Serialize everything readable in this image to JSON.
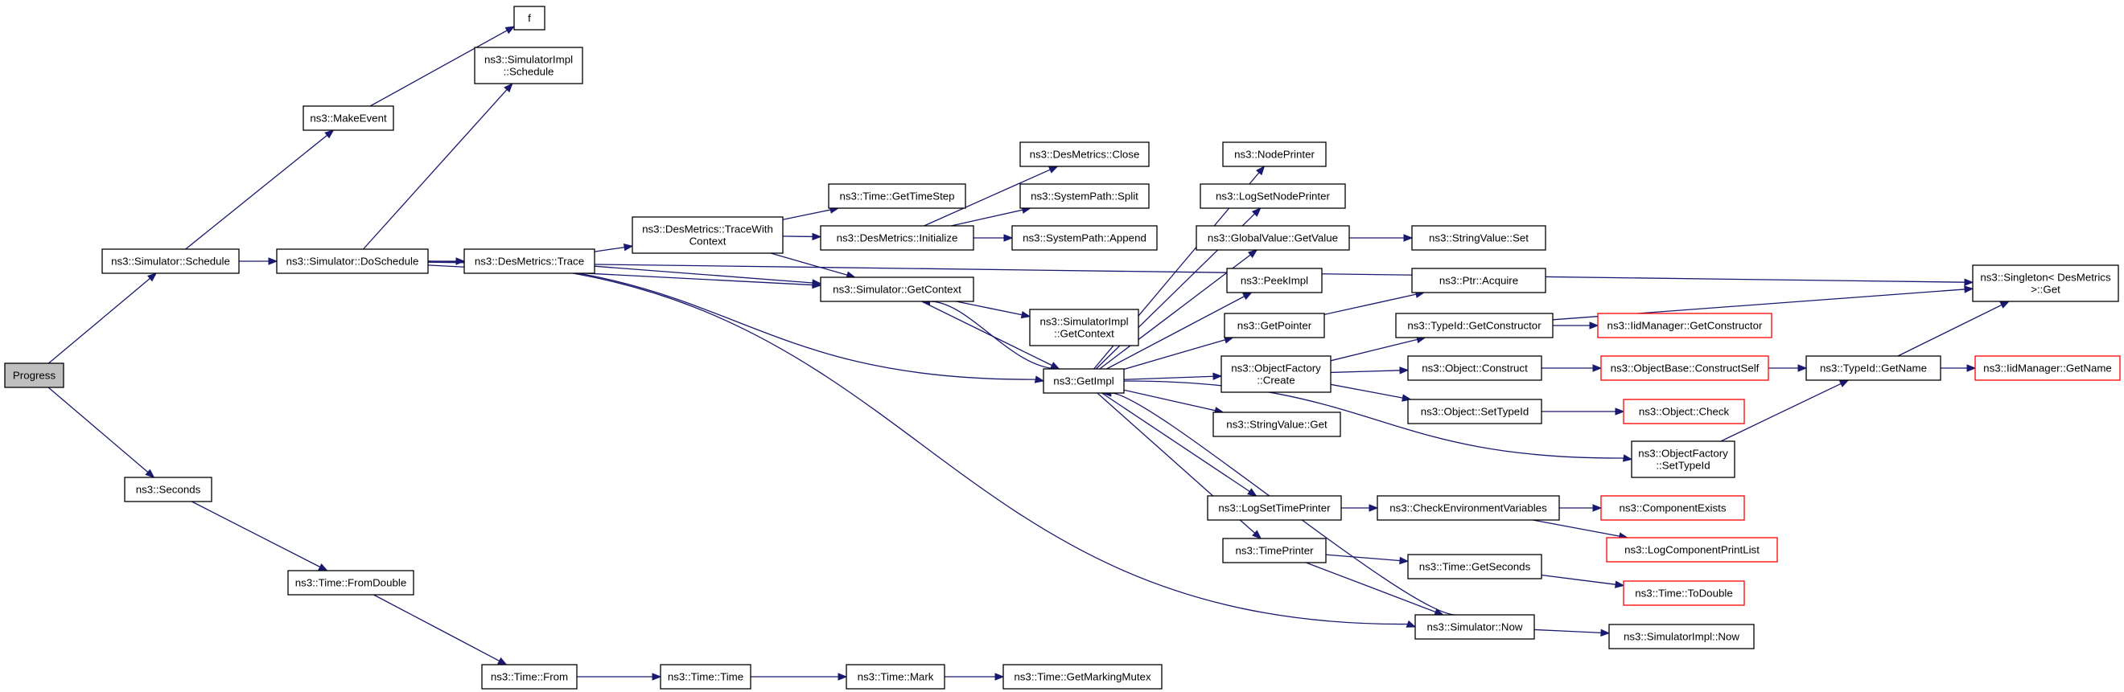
{
  "graph_title": "",
  "colors": {
    "edge": "#191970",
    "node_border": "#000000",
    "truncated_border": "#ff0000",
    "focus_fill": "#bfbfbf"
  },
  "nodes": [
    {
      "id": "progress",
      "label": [
        "Progress"
      ],
      "style": "focus"
    },
    {
      "id": "sim_schedule",
      "label": [
        "ns3::Simulator::Schedule"
      ]
    },
    {
      "id": "seconds",
      "label": [
        "ns3::Seconds"
      ]
    },
    {
      "id": "make_event",
      "label": [
        "ns3::MakeEvent"
      ]
    },
    {
      "id": "do_schedule",
      "label": [
        "ns3::Simulator::DoSchedule"
      ]
    },
    {
      "id": "f",
      "label": [
        "f"
      ]
    },
    {
      "id": "simimpl_schedule",
      "label": [
        "ns3::SimulatorImpl",
        "::Schedule"
      ]
    },
    {
      "id": "time_fromdouble",
      "label": [
        "ns3::Time::FromDouble"
      ]
    },
    {
      "id": "time_from",
      "label": [
        "ns3::Time::From"
      ]
    },
    {
      "id": "time_time",
      "label": [
        "ns3::Time::Time"
      ]
    },
    {
      "id": "time_mark",
      "label": [
        "ns3::Time::Mark"
      ]
    },
    {
      "id": "time_getmarkingmutex",
      "label": [
        "ns3::Time::GetMarkingMutex"
      ]
    },
    {
      "id": "desmetrics_trace",
      "label": [
        "ns3::DesMetrics::Trace"
      ]
    },
    {
      "id": "desmetrics_tracewithcontext",
      "label": [
        "ns3::DesMetrics::TraceWith",
        "Context"
      ]
    },
    {
      "id": "time_gettimestep",
      "label": [
        "ns3::Time::GetTimeStep"
      ]
    },
    {
      "id": "desmetrics_initialize",
      "label": [
        "ns3::DesMetrics::Initialize"
      ]
    },
    {
      "id": "desmetrics_close",
      "label": [
        "ns3::DesMetrics::Close"
      ]
    },
    {
      "id": "systempath_split",
      "label": [
        "ns3::SystemPath::Split"
      ]
    },
    {
      "id": "systempath_append",
      "label": [
        "ns3::SystemPath::Append"
      ]
    },
    {
      "id": "sim_getcontext",
      "label": [
        "ns3::Simulator::GetContext"
      ]
    },
    {
      "id": "simimpl_getcontext",
      "label": [
        "ns3::SimulatorImpl",
        "::GetContext"
      ]
    },
    {
      "id": "getimpl",
      "label": [
        "ns3::GetImpl"
      ]
    },
    {
      "id": "nodeprinter",
      "label": [
        "ns3::NodePrinter"
      ]
    },
    {
      "id": "logsetnodeprinter",
      "label": [
        "ns3::LogSetNodePrinter"
      ]
    },
    {
      "id": "globalvalue_getvalue",
      "label": [
        "ns3::GlobalValue::GetValue"
      ]
    },
    {
      "id": "stringvalue_set",
      "label": [
        "ns3::StringValue::Set"
      ]
    },
    {
      "id": "peekimpl",
      "label": [
        "ns3::PeekImpl"
      ]
    },
    {
      "id": "getpointer",
      "label": [
        "ns3::GetPointer"
      ]
    },
    {
      "id": "ptr_acquire",
      "label": [
        "ns3::Ptr::Acquire"
      ]
    },
    {
      "id": "objectfactory_create",
      "label": [
        "ns3::ObjectFactory",
        "::Create"
      ]
    },
    {
      "id": "typeid_getconstructor",
      "label": [
        "ns3::TypeId::GetConstructor"
      ]
    },
    {
      "id": "iidmanager_getconstructor",
      "label": [
        "ns3::IidManager::GetConstructor"
      ],
      "style": "trunc"
    },
    {
      "id": "object_construct",
      "label": [
        "ns3::Object::Construct"
      ]
    },
    {
      "id": "objectbase_constructself",
      "label": [
        "ns3::ObjectBase::ConstructSelf"
      ],
      "style": "trunc"
    },
    {
      "id": "object_settypeid",
      "label": [
        "ns3::Object::SetTypeId"
      ]
    },
    {
      "id": "object_check",
      "label": [
        "ns3::Object::Check"
      ],
      "style": "trunc"
    },
    {
      "id": "typeid_getname",
      "label": [
        "ns3::TypeId::GetName"
      ]
    },
    {
      "id": "iidmanager_getname",
      "label": [
        "ns3::IidManager::GetName"
      ],
      "style": "trunc"
    },
    {
      "id": "singleton_get",
      "label": [
        "ns3::Singleton< DesMetrics",
        ">::Get"
      ]
    },
    {
      "id": "stringvalue_get",
      "label": [
        "ns3::StringValue::Get"
      ]
    },
    {
      "id": "objectfactory_settypeid",
      "label": [
        "ns3::ObjectFactory",
        "::SetTypeId"
      ]
    },
    {
      "id": "logsettimeprinter",
      "label": [
        "ns3::LogSetTimePrinter"
      ]
    },
    {
      "id": "checkenvvars",
      "label": [
        "ns3::CheckEnvironmentVariables"
      ]
    },
    {
      "id": "componentexists",
      "label": [
        "ns3::ComponentExists"
      ],
      "style": "trunc"
    },
    {
      "id": "logcomponentprintlist",
      "label": [
        "ns3::LogComponentPrintList"
      ],
      "style": "trunc"
    },
    {
      "id": "timeprinter",
      "label": [
        "ns3::TimePrinter"
      ]
    },
    {
      "id": "time_getseconds",
      "label": [
        "ns3::Time::GetSeconds"
      ]
    },
    {
      "id": "time_todouble",
      "label": [
        "ns3::Time::ToDouble"
      ],
      "style": "trunc"
    },
    {
      "id": "sim_now",
      "label": [
        "ns3::Simulator::Now"
      ]
    },
    {
      "id": "simimpl_now",
      "label": [
        "ns3::SimulatorImpl::Now"
      ]
    }
  ],
  "edges": [
    [
      "progress",
      "sim_schedule"
    ],
    [
      "progress",
      "seconds"
    ],
    [
      "sim_schedule",
      "make_event"
    ],
    [
      "sim_schedule",
      "do_schedule"
    ],
    [
      "make_event",
      "f"
    ],
    [
      "do_schedule",
      "simimpl_schedule"
    ],
    [
      "do_schedule",
      "singleton_get"
    ],
    [
      "do_schedule",
      "desmetrics_trace"
    ],
    [
      "do_schedule",
      "sim_getcontext"
    ],
    [
      "do_schedule",
      "getimpl"
    ],
    [
      "do_schedule",
      "sim_now"
    ],
    [
      "seconds",
      "time_fromdouble"
    ],
    [
      "time_fromdouble",
      "time_from"
    ],
    [
      "time_from",
      "time_time"
    ],
    [
      "time_time",
      "time_mark"
    ],
    [
      "time_mark",
      "time_getmarkingmutex"
    ],
    [
      "desmetrics_trace",
      "desmetrics_tracewithcontext"
    ],
    [
      "desmetrics_trace",
      "sim_getcontext"
    ],
    [
      "desmetrics_tracewithcontext",
      "time_gettimestep"
    ],
    [
      "desmetrics_tracewithcontext",
      "desmetrics_initialize"
    ],
    [
      "desmetrics_tracewithcontext",
      "sim_getcontext"
    ],
    [
      "desmetrics_initialize",
      "desmetrics_close"
    ],
    [
      "desmetrics_initialize",
      "systempath_split"
    ],
    [
      "desmetrics_initialize",
      "systempath_append"
    ],
    [
      "sim_getcontext",
      "simimpl_getcontext"
    ],
    [
      "sim_getcontext",
      "getimpl"
    ],
    [
      "getimpl",
      "nodeprinter"
    ],
    [
      "getimpl",
      "sim_getcontext"
    ],
    [
      "getimpl",
      "logsetnodeprinter"
    ],
    [
      "getimpl",
      "globalvalue_getvalue"
    ],
    [
      "getimpl",
      "peekimpl"
    ],
    [
      "getimpl",
      "getpointer"
    ],
    [
      "getimpl",
      "objectfactory_create"
    ],
    [
      "getimpl",
      "stringvalue_get"
    ],
    [
      "getimpl",
      "objectfactory_settypeid"
    ],
    [
      "getimpl",
      "logsettimeprinter"
    ],
    [
      "getimpl",
      "timeprinter"
    ],
    [
      "globalvalue_getvalue",
      "stringvalue_set"
    ],
    [
      "getpointer",
      "ptr_acquire"
    ],
    [
      "objectfactory_create",
      "typeid_getconstructor"
    ],
    [
      "objectfactory_create",
      "object_construct"
    ],
    [
      "objectfactory_create",
      "object_settypeid"
    ],
    [
      "typeid_getconstructor",
      "iidmanager_getconstructor"
    ],
    [
      "typeid_getconstructor",
      "singleton_get"
    ],
    [
      "object_construct",
      "objectbase_constructself"
    ],
    [
      "objectbase_constructself",
      "typeid_getname"
    ],
    [
      "object_settypeid",
      "object_check"
    ],
    [
      "typeid_getname",
      "iidmanager_getname"
    ],
    [
      "typeid_getname",
      "singleton_get"
    ],
    [
      "objectfactory_settypeid",
      "typeid_getname"
    ],
    [
      "logsettimeprinter",
      "checkenvvars"
    ],
    [
      "checkenvvars",
      "componentexists"
    ],
    [
      "checkenvvars",
      "logcomponentprintlist"
    ],
    [
      "timeprinter",
      "time_getseconds"
    ],
    [
      "timeprinter",
      "sim_now"
    ],
    [
      "time_getseconds",
      "time_todouble"
    ],
    [
      "sim_now",
      "getimpl"
    ],
    [
      "sim_now",
      "simimpl_now"
    ]
  ]
}
